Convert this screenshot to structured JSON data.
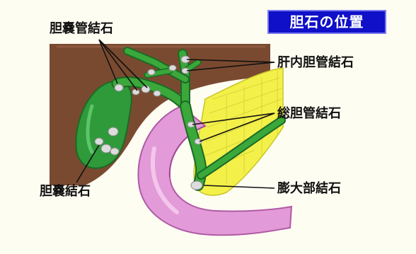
{
  "title": "胆石の位置",
  "labels": {
    "cystic_duct_stone": "胆嚢管結石",
    "intrahepatic_stone": "肝内胆管結石",
    "common_bile_duct_stone": "総胆管結石",
    "ampulla_stone": "膨大部結石",
    "gallbladder_stone": "胆嚢結石"
  },
  "colors": {
    "liver": "#7a4a30",
    "gallbladder": "#2e9a3a",
    "bile_duct": "#3aa83a",
    "duodenum": "#e07ad6",
    "pancreas": "#f4f04a",
    "title_bg": "#1010c8"
  }
}
